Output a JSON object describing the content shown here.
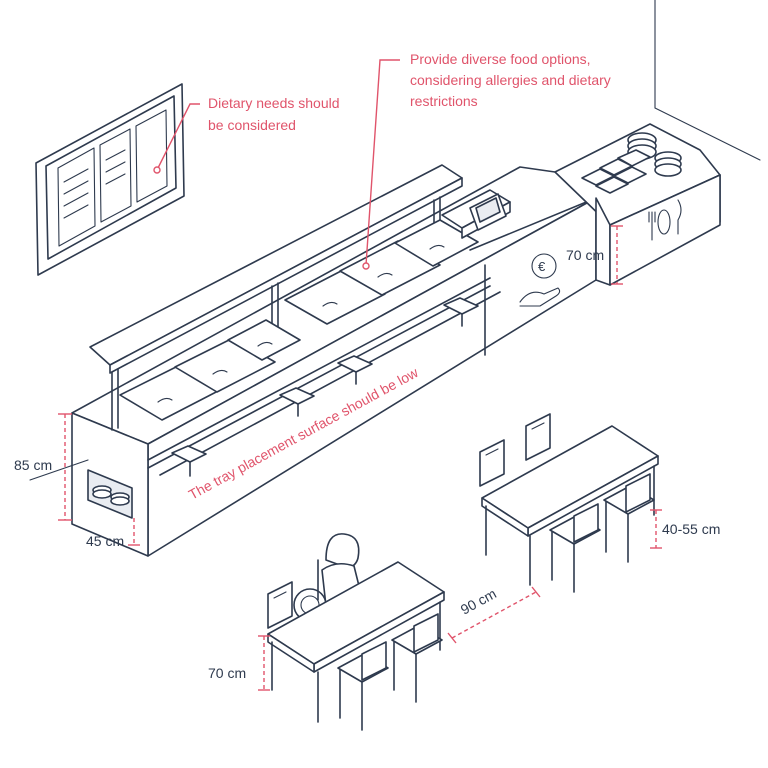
{
  "annotations": {
    "dietary_needs": [
      "Dietary needs should",
      "be considered"
    ],
    "food_options": [
      "Provide diverse food options,",
      "considering allergies and dietary",
      "restrictions"
    ],
    "tray_surface": "The tray placement surface should be low"
  },
  "dimensions": {
    "counter_height": "85 cm",
    "counter_depth": "45 cm",
    "payment_height": "70 cm",
    "table_clearance": "40-55 cm",
    "aisle_width": "90 cm",
    "table_height": "70 cm"
  },
  "colors": {
    "accent": "#e0546b",
    "line": "#2e3a4e"
  },
  "icons": [
    "euro-payment-icon",
    "cutlery-plate-icon",
    "cash-register-icon",
    "wheelchair-user-icon"
  ]
}
